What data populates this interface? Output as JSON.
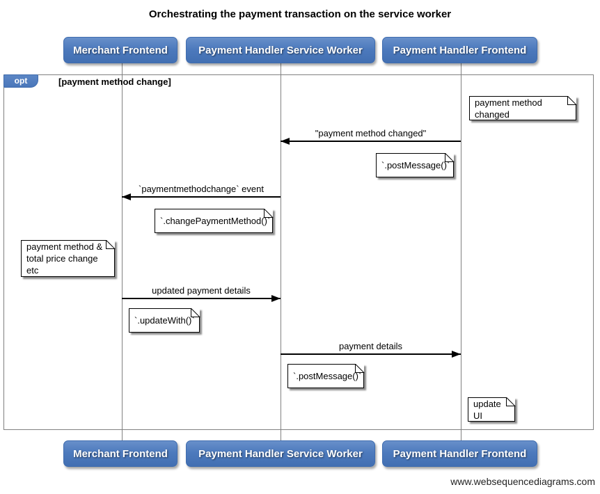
{
  "diagram": {
    "title": "Orchestrating the payment transaction on the service worker",
    "watermark": "www.websequencediagrams.com"
  },
  "actors": [
    {
      "id": "merchant-frontend",
      "label": "Merchant Frontend"
    },
    {
      "id": "payment-handler-service-worker",
      "label": "Payment Handler Service Worker"
    },
    {
      "id": "payment-handler-frontend",
      "label": "Payment Handler Frontend"
    }
  ],
  "fragment": {
    "operator": "opt",
    "condition": "[payment method change]"
  },
  "messages": [
    {
      "from": "Payment Handler Frontend",
      "to": "Payment Handler Service Worker",
      "direction": "left",
      "label": "\"payment method changed\""
    },
    {
      "from": "Payment Handler Service Worker",
      "to": "Merchant Frontend",
      "direction": "left",
      "label": "`paymentmethodchange` event"
    },
    {
      "from": "Merchant Frontend",
      "to": "Payment Handler Service Worker",
      "direction": "right",
      "label": "updated payment details"
    },
    {
      "from": "Payment Handler Service Worker",
      "to": "Payment Handler Frontend",
      "direction": "right",
      "label": "payment details"
    }
  ],
  "notes": [
    {
      "id": "payment-method-changed",
      "text": "payment method changed"
    },
    {
      "id": "postmessage-1",
      "text": "`.postMessage()`"
    },
    {
      "id": "changepaymentmethod",
      "text": "`.changePaymentMethod()`"
    },
    {
      "id": "price-change",
      "text": "payment method &\ntotal price change etc"
    },
    {
      "id": "updatewith",
      "text": "`.updateWith()`"
    },
    {
      "id": "postmessage-2",
      "text": "`.postMessage()`"
    },
    {
      "id": "update-ui",
      "text": "update UI"
    }
  ],
  "colors": {
    "actor_fill": "#4d7abd",
    "actor_fill_top": "#6890ca",
    "actor_border": "#3f6cae",
    "lifeline": "#808080",
    "frame_border": "#808080",
    "note_border": "#000000",
    "message_line": "#000000",
    "background": "#ffffff"
  }
}
